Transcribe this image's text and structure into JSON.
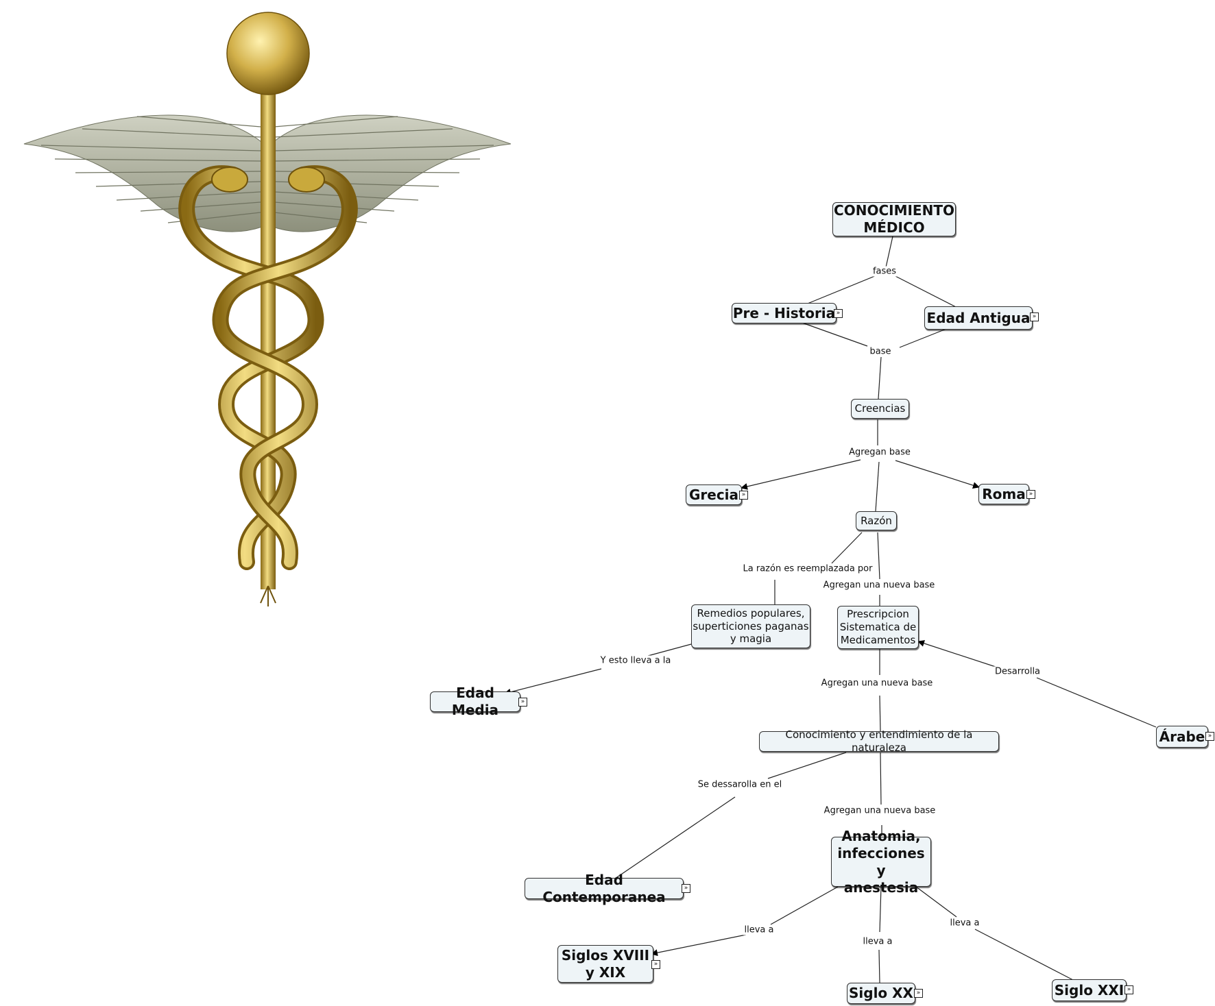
{
  "concept_map": {
    "root": "CONOCIMIENTO\nMÉDICO",
    "nodes": {
      "prehistoria": "Pre - Historia",
      "edad_antigua": "Edad Antigua",
      "creencias": "Creencias",
      "grecia": "Grecia",
      "roma": "Roma",
      "razon": "Razón",
      "remedios": "Remedios populares,\nsuperticiones paganas\ny magia",
      "prescripcion": "Prescripcion\nSistematica de\nMedicamentos",
      "edad_media": "Edad Media",
      "arabe": "Árabe",
      "conocimiento": "Conocimiento y entendimiento de la naturaleza",
      "edad_contemporanea": "Edad Contemporanea",
      "anatomia": "Anatomia,\ninfecciones y\nanestesia",
      "siglos_xviii": "Siglos XVIII\ny XIX",
      "siglo_xx": "Siglo XX",
      "siglo_xxi": "Siglo XXI"
    },
    "link_labels": {
      "fases": "fases",
      "base": "base",
      "agregan_base": "Agregan base",
      "reemplazada": "La razón es reemplazada por",
      "nueva_base_1": "Agregan una nueva base",
      "lleva_a_la": "Y esto lleva a la",
      "desarrolla": "Desarrolla",
      "nueva_base_2": "Agregan una nueva base",
      "se_desarrolla": "Se dessarolla en el",
      "nueva_base_3": "Agregan una nueva base",
      "lleva_a_1": "lleva a",
      "lleva_a_2": "lleva a",
      "lleva_a_3": "lleva a"
    },
    "expand_icon": "double-chevron-right-icon"
  },
  "colors": {
    "node_fill": "#eef4f7",
    "node_border": "#303030",
    "emblem_gold": "#c9a93c",
    "emblem_wing": "#a9ac9a"
  }
}
